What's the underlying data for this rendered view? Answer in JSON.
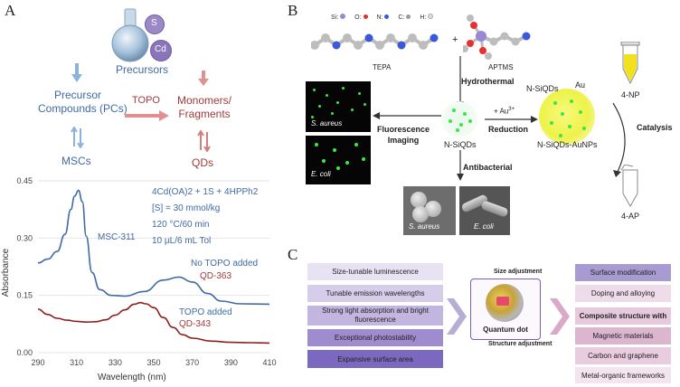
{
  "panelA": {
    "letter": "A",
    "precursors": "Precursors",
    "atom_s": "S",
    "atom_cd": "Cd",
    "pc_line1": "Precursor",
    "pc_line2": "Compounds (PCs)",
    "topo": "TOPO",
    "mono_line1": "Monomers/",
    "mono_line2": "Fragments",
    "mscs": "MSCs",
    "qds": "QDs"
  },
  "chart_data": {
    "type": "line",
    "xlabel": "Wavelength (nm)",
    "ylabel": "Absorbance",
    "xlim": [
      290,
      410
    ],
    "ylim": [
      0,
      0.45
    ],
    "xticks": [
      "290",
      "310",
      "330",
      "350",
      "370",
      "390",
      "410"
    ],
    "yticks": [
      "0.00",
      "0.15",
      "0.30",
      "0.45"
    ],
    "conditions": [
      "4Cd(OA)2 + 1S + 4HPPh2",
      "[S] = 30 mmol/kg",
      "120 °C/60 min",
      "10 µL/6 mL Tol"
    ],
    "annotations": {
      "msc": "MSC-311",
      "no_topo": "No TOPO added",
      "qd363": "QD-363",
      "topo_added": "TOPO added",
      "qd343": "QD-343"
    },
    "series": [
      {
        "color": "#3f6aa3",
        "x": [
          290,
          295,
          300,
          304,
          307,
          309,
          311,
          313,
          315,
          318,
          322,
          328,
          335,
          345,
          355,
          363,
          370,
          378,
          385,
          395,
          410
        ],
        "y": [
          0.235,
          0.245,
          0.265,
          0.31,
          0.375,
          0.41,
          0.425,
          0.395,
          0.305,
          0.21,
          0.165,
          0.15,
          0.148,
          0.16,
          0.19,
          0.198,
          0.185,
          0.155,
          0.135,
          0.128,
          0.127
        ]
      },
      {
        "color": "#8e1f1f",
        "x": [
          290,
          295,
          300,
          305,
          310,
          315,
          320,
          325,
          330,
          335,
          340,
          343,
          346,
          350,
          355,
          360,
          365,
          370,
          380,
          390,
          400,
          410
        ],
        "y": [
          0.114,
          0.1,
          0.09,
          0.085,
          0.082,
          0.08,
          0.081,
          0.086,
          0.098,
          0.112,
          0.127,
          0.131,
          0.128,
          0.118,
          0.092,
          0.066,
          0.047,
          0.038,
          0.03,
          0.027,
          0.026,
          0.025
        ]
      }
    ]
  },
  "panelB": {
    "letter": "B",
    "legend": [
      "Si:",
      "O:",
      "N:",
      "C:",
      "H:"
    ],
    "tepa": "TEPA",
    "aptms": "APTMS",
    "plus": "+",
    "hydrothermal": "Hydrothermal",
    "nsiqds": "N-SiQDs",
    "au3": "+ Au",
    "au3_sup": "3+",
    "reduction": "Reduction",
    "nsiqds_label": "N-SiQDs",
    "au_label": "Au",
    "nsiqds_aunps": "N-SiQDs-AuNPs",
    "np": "4-NP",
    "catalysis": "Catalysis",
    "ap": "4-AP",
    "fluor1": "Fluorescence",
    "fluor2": "Imaging",
    "saureus": "S. aureus",
    "ecoli": "E. coli",
    "antibacterial": "Antibacterial",
    "sem_saureus": "S. aureus",
    "sem_ecoli": "E. coli"
  },
  "panelC": {
    "letter": "C",
    "left_items": [
      "Size-tunable luminescence",
      "Tunable emission wavelengths",
      "Strong light absorption and bright fluorescence",
      "Exceptional photostability",
      "Expansive surface area"
    ],
    "size_adjustment": "Size adjustment",
    "quantum_dot": "Quantum dot",
    "structure_adjustment": "Structure adjustment",
    "right_items": [
      "Surface modification",
      "Doping and alloying",
      "Composite structure with",
      "Magnetic materials",
      "Carbon and graphene",
      "Metal-organic frameworks"
    ]
  }
}
